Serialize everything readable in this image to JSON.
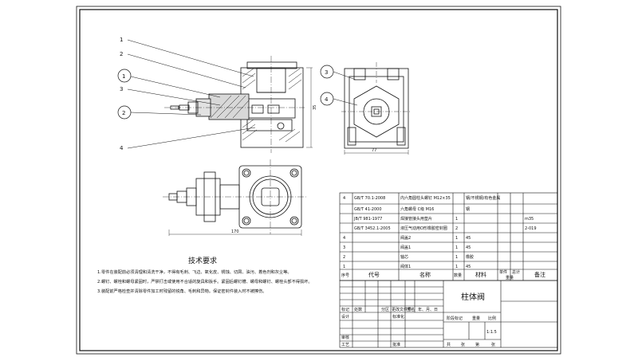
{
  "balloons": {
    "front": [
      "1",
      "2",
      "3",
      "4"
    ],
    "front_circled": [
      "1",
      "2"
    ],
    "side": [
      "3",
      "4"
    ]
  },
  "dimensions": {
    "front_height": "35",
    "side_width": "77",
    "top_width": "170"
  },
  "technical_requirements": {
    "title": "技术要求",
    "lines": [
      "1.零件在装配前必须清理和清洗干净，不得有毛刺、飞边、氧化皮、锈蚀、切屑、油污、着色剂和灰尘等。",
      "2.螺钉、螺栓和螺母紧固时，严禁打击或使用不合适的旋具和扳手。紧固后螺钉槽、螺母和螺钉、螺栓头部不得损坏。",
      "3.装配前严格检查并清除零件加工时残留的锐角、毛刺和异物。保证密封件装入时不被擦伤。"
    ]
  },
  "bom": {
    "rows": [
      {
        "no": "4",
        "code": "GB/T 70.1-2008",
        "name": "内六角圆柱头螺钉 M12×35",
        "qty": "",
        "material": "钢/不锈钢/有色金属",
        "single": "",
        "total": "",
        "remark": ""
      },
      {
        "no": "",
        "code": "GB/T 41-2000",
        "name": "六角螺母 C级 M16",
        "qty": "",
        "material": "钢",
        "single": "",
        "total": "",
        "remark": ""
      },
      {
        "no": "",
        "code": "JB/T 981-1977",
        "name": "焊接管接头用垫片",
        "qty": "1",
        "material": "",
        "single": "",
        "total": "",
        "remark": "m35"
      },
      {
        "no": "",
        "code": "GB/T 3452.1-2005",
        "name": "液压气动用O形橡胶密封圈",
        "qty": "2",
        "material": "",
        "single": "",
        "total": "",
        "remark": "2-019"
      },
      {
        "no": "4",
        "code": "",
        "name": "阀盖2",
        "qty": "1",
        "material": "45",
        "single": "",
        "total": "",
        "remark": ""
      },
      {
        "no": "3",
        "code": "",
        "name": "阀盖1",
        "qty": "1",
        "material": "45",
        "single": "",
        "total": "",
        "remark": ""
      },
      {
        "no": "2",
        "code": "",
        "name": "轴芯",
        "qty": "1",
        "material": "橡胶",
        "single": "",
        "total": "",
        "remark": ""
      },
      {
        "no": "1",
        "code": "",
        "name": "阀体1",
        "qty": "1",
        "material": "45",
        "single": "",
        "total": "",
        "remark": ""
      }
    ],
    "header": {
      "no": "序号",
      "code": "代号",
      "name": "名称",
      "qty": "数量",
      "material": "材料",
      "single": "单件",
      "total": "总计",
      "weight": "重量",
      "remark": "备注"
    }
  },
  "title_block": {
    "part_name": "柱体阀",
    "labels": {
      "mark": "标记",
      "count": "处数",
      "zone": "分区",
      "change_doc": "更改文件号",
      "sign": "签名",
      "year": "年、月、日",
      "design": "设计",
      "standardize": "标准化",
      "check": "审核",
      "process": "工艺",
      "approve": "批准",
      "stage": "阶段标记",
      "weight": "重量",
      "scale": "比例",
      "sheets": "共",
      "sheet_unit": "张",
      "sheet_no": "第",
      "sheet_no_unit": "张"
    },
    "scale_value": "1:1.5"
  }
}
